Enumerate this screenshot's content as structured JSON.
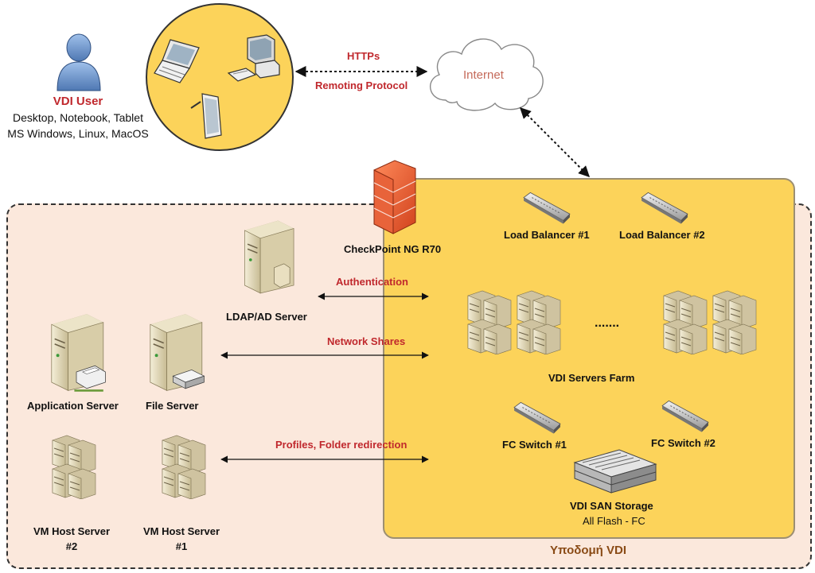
{
  "user": {
    "title": "VDI User",
    "line1": "Desktop, Notebook, Tablet",
    "line2": "MS Windows, Linux, MacOS"
  },
  "internet": {
    "label": "Internet"
  },
  "links": {
    "https": "HTTPs",
    "remoting": "Remoting Protocol",
    "authentication": "Authentication",
    "network_shares": "Network Shares",
    "profiles": "Profiles, Folder redirection"
  },
  "firewall": {
    "label": "CheckPoint NG R70"
  },
  "vdi_zone": {
    "load_balancer_1": "Load Balancer #1",
    "load_balancer_2": "Load Balancer #2",
    "ellipsis": ".......",
    "servers_farm": "VDI Servers Farm",
    "fc_switch_1": "FC Switch #1",
    "fc_switch_2": "FC Switch #2",
    "san_title": "VDI SAN Storage",
    "san_sub": "All Flash - FC"
  },
  "infra": {
    "ldap": "LDAP/AD Server",
    "app_server": "Application Server",
    "file_server": "File Server",
    "vm_host_2_line1": "VM Host Server",
    "vm_host_2_line2": "#2",
    "vm_host_1_line1": "VM Host Server",
    "vm_host_1_line2": "#1"
  },
  "infra_zone_label": "Υποδομή VDI",
  "colors": {
    "yellow": "#fcd35a",
    "peach": "#fbe8dc",
    "label_red": "#c0282d",
    "zone_label_brown": "#8a4b16",
    "user_blue": "#6f95c8"
  }
}
